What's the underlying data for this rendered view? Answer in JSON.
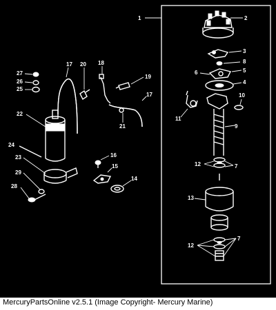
{
  "caption": "MercuryPartsOnline v2.5.1 (Image Copyright- Mercury Marine)",
  "colors": {
    "background": "#000000",
    "lines": "#ffffff",
    "caption_text": "#000000"
  },
  "callouts": {
    "c1": "1",
    "c2": "2",
    "c3": "3",
    "c4": "4",
    "c5": "5",
    "c6": "6",
    "c7a": "7",
    "c7b": "7",
    "c8": "8",
    "c9": "9",
    "c10": "10",
    "c11": "11",
    "c12a": "12",
    "c12b": "12",
    "c13": "13",
    "c14": "14",
    "c15": "15",
    "c16": "16",
    "c17a": "17",
    "c17b": "17",
    "c18": "18",
    "c19": "19",
    "c20": "20",
    "c21": "21",
    "c22": "22",
    "c23": "23",
    "c24": "24",
    "c25": "25",
    "c26": "26",
    "c27": "27",
    "c28": "28",
    "c29": "29"
  }
}
